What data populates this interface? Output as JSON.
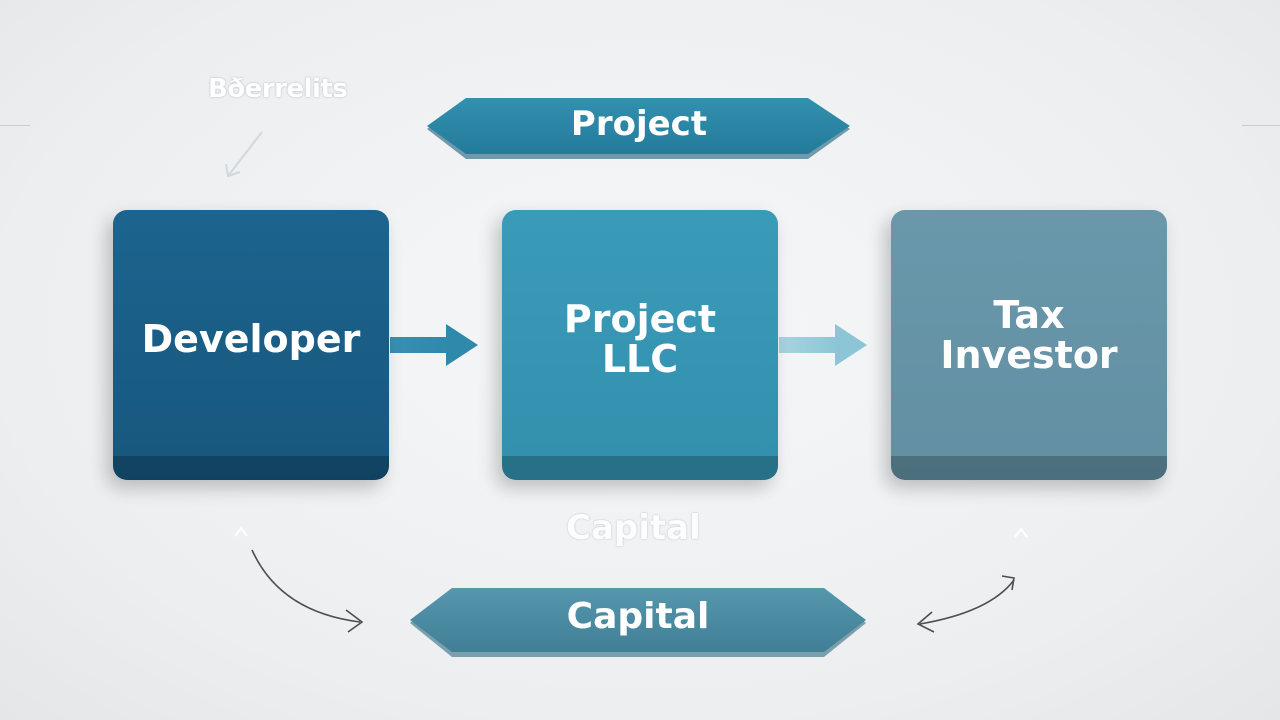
{
  "labels": {
    "benefits": "Bðerrelits",
    "capital_faint": "Capital"
  },
  "banners": {
    "project": "Project",
    "capital": "Capital"
  },
  "boxes": {
    "developer": "Developer",
    "project_llc_line1": "Project",
    "project_llc_line2": "LLC",
    "tax_investor_line1": "Tax",
    "tax_investor_line2": "Investor"
  },
  "colors": {
    "developer": "#1c648e",
    "project_llc": "#3a9bb8",
    "tax_investor": "#6a98ab",
    "project_banner": "#2a86a6",
    "capital_banner": "#4a8ba2",
    "background": "#eceef0"
  }
}
